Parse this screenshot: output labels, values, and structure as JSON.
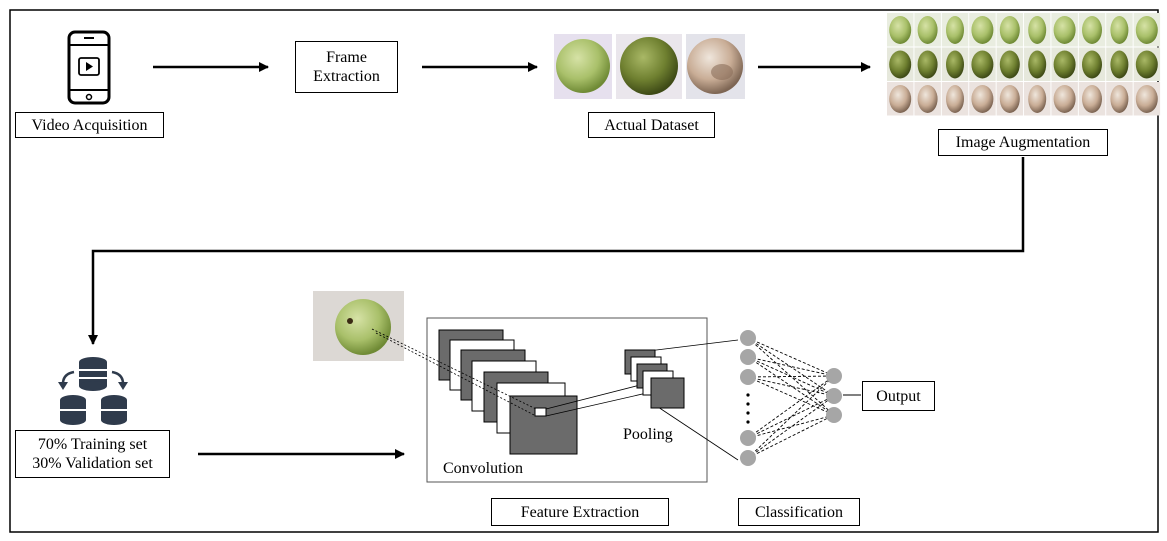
{
  "steps": {
    "video_acquisition": "Video Acquisition",
    "frame_extraction_line1": "Frame",
    "frame_extraction_line2": "Extraction",
    "actual_dataset": "Actual Dataset",
    "image_augmentation": "Image Augmentation",
    "split_line1": "70% Training set",
    "split_line2": "30% Validation set",
    "convolution": "Convolution",
    "pooling": "Pooling",
    "feature_extraction": "Feature Extraction",
    "classification": "Classification",
    "output": "Output"
  },
  "icons": {
    "phone": "smartphone-video-icon",
    "database": "database-split-icon"
  },
  "colors": {
    "line": "#000000",
    "feature_map": "#6b6b6b",
    "neuron": "#a6a6a6",
    "guava_green": "#9fb864",
    "guava_dark": "#6b7d2c",
    "guava_rotten": "#c9b3a0"
  }
}
